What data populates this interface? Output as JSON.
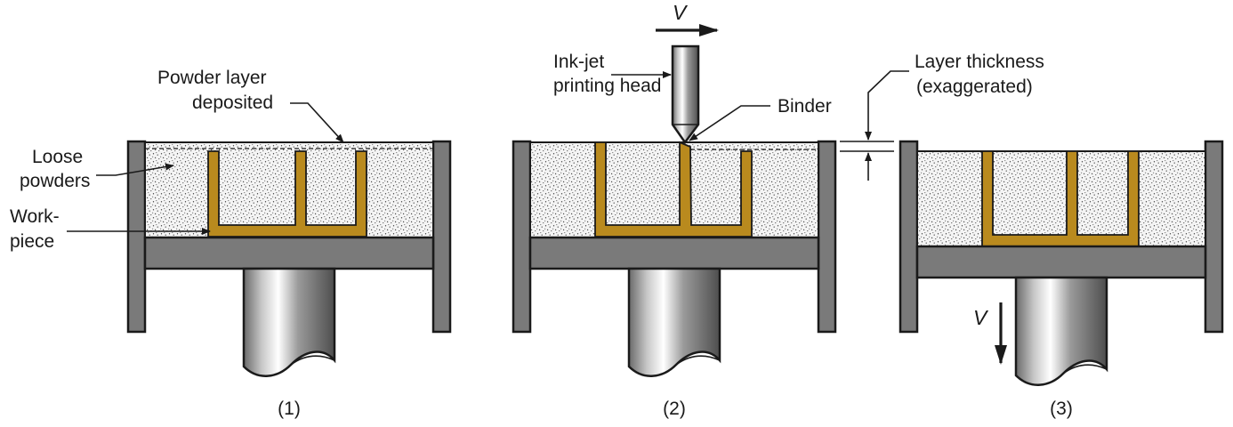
{
  "labels": {
    "powder_layer_line1": "Powder layer",
    "powder_layer_line2": "deposited",
    "loose_line1": "Loose",
    "loose_line2": "powders",
    "work_line1": "Work-",
    "work_line2": "piece",
    "inkjet_line1": "Ink-jet",
    "inkjet_line2": "printing head",
    "binder": "Binder",
    "thickness_line1": "Layer thickness",
    "thickness_line2": "(exaggerated)",
    "velocity_top": "V",
    "velocity_down": "V"
  },
  "captions": [
    "(1)",
    "(2)",
    "(3)"
  ],
  "colors": {
    "part": "#b98a1e",
    "metal": "#7a7a7a",
    "outline": "#1a1a1a"
  }
}
